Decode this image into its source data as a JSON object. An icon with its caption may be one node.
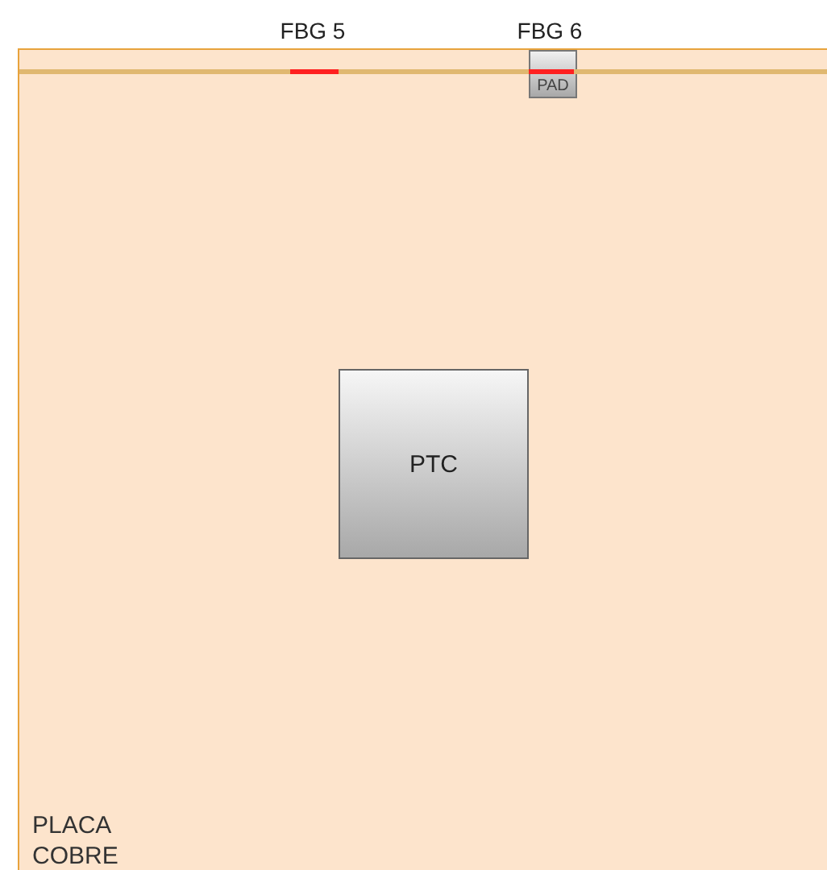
{
  "diagram": {
    "nodes": [
      {
        "text": [
          "PLACA COBRE"
        ]
      },
      {
        "text": [
          "PAD"
        ],
        "in": 0
      },
      {
        "text": [
          "PTC"
        ],
        "in": 0
      }
    ],
    "labels": [
      "FBG 5",
      "FBG 6"
    ]
  }
}
